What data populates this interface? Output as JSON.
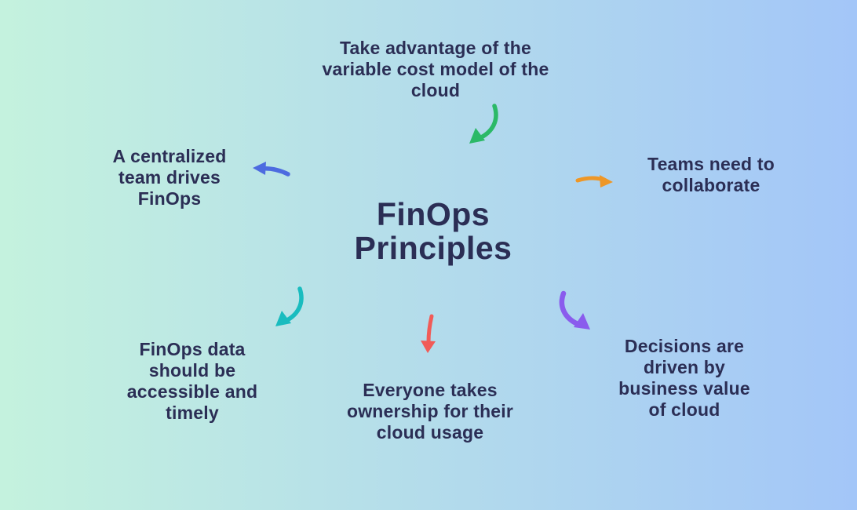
{
  "title": {
    "lines": [
      "FinOps",
      "Principles"
    ]
  },
  "principles": {
    "top": {
      "text": "Take advantage of the variable cost model of the cloud",
      "lines": [
        "Take advantage of the",
        "variable cost model of the",
        "cloud"
      ],
      "arrow": "green-curved-arrow-down-left"
    },
    "left": {
      "text": "A centralized team drives FinOps",
      "lines": [
        "A centralized",
        "team drives",
        "FinOps"
      ],
      "arrow": "blue-straight-arrow-left"
    },
    "right": {
      "text": "Teams need to collaborate",
      "lines": [
        "Teams need to",
        "collaborate"
      ],
      "arrow": "orange-straight-arrow-right"
    },
    "bottom_left": {
      "text": "FinOps data should be accessible and timely",
      "lines": [
        "FinOps data",
        "should be",
        "accessible and",
        "timely"
      ],
      "arrow": "teal-curved-arrow-down-left"
    },
    "bottom_center": {
      "text": "Everyone takes ownership for their cloud usage",
      "lines": [
        "Everyone takes",
        "ownership for their",
        "cloud usage"
      ],
      "arrow": "red-straight-arrow-down"
    },
    "bottom_right": {
      "text": "Decisions are driven by business value of cloud",
      "lines": [
        "Decisions are",
        "driven by",
        "business value",
        "of cloud"
      ],
      "arrow": "purple-curved-arrow-down-right"
    }
  },
  "colors": {
    "bg_left": "#c4f2de",
    "bg_right": "#a3c6f8",
    "text": "#2b2e55",
    "arrow_green": "#2bb967",
    "arrow_blue": "#4d6be0",
    "arrow_orange": "#ee9727",
    "arrow_teal": "#19bcbf",
    "arrow_red": "#f15b57",
    "arrow_purple": "#8a5ced"
  }
}
